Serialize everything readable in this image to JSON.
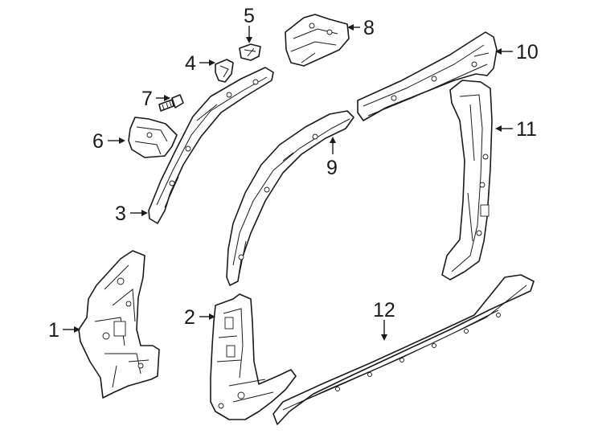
{
  "diagram": {
    "background": "#ffffff",
    "line_color": "#1a1a1a",
    "callouts": [
      {
        "id": "1",
        "label": "1"
      },
      {
        "id": "2",
        "label": "2"
      },
      {
        "id": "3",
        "label": "3"
      },
      {
        "id": "4",
        "label": "4"
      },
      {
        "id": "5",
        "label": "5"
      },
      {
        "id": "6",
        "label": "6"
      },
      {
        "id": "7",
        "label": "7"
      },
      {
        "id": "8",
        "label": "8"
      },
      {
        "id": "9",
        "label": "9"
      },
      {
        "id": "10",
        "label": "10"
      },
      {
        "id": "11",
        "label": "11"
      },
      {
        "id": "12",
        "label": "12"
      }
    ]
  }
}
